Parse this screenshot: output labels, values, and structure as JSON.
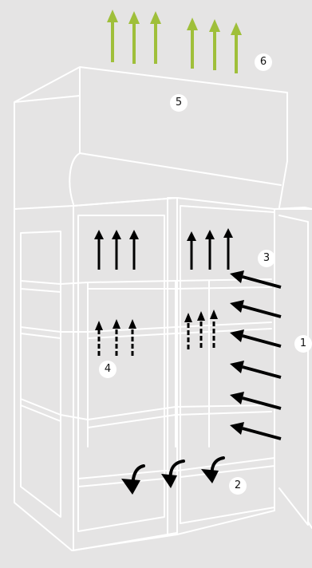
{
  "colors": {
    "background": "#e5e4e4",
    "outline": "#ffffff",
    "exhaust_arrow": "#9fbf3a",
    "flow_arrow": "#000000",
    "badge_fill": "#ffffff",
    "badge_text": "#111111"
  },
  "labels": {
    "l1": "1",
    "l2": "2",
    "l3": "3",
    "l4": "4",
    "l5": "5",
    "l6": "6"
  }
}
